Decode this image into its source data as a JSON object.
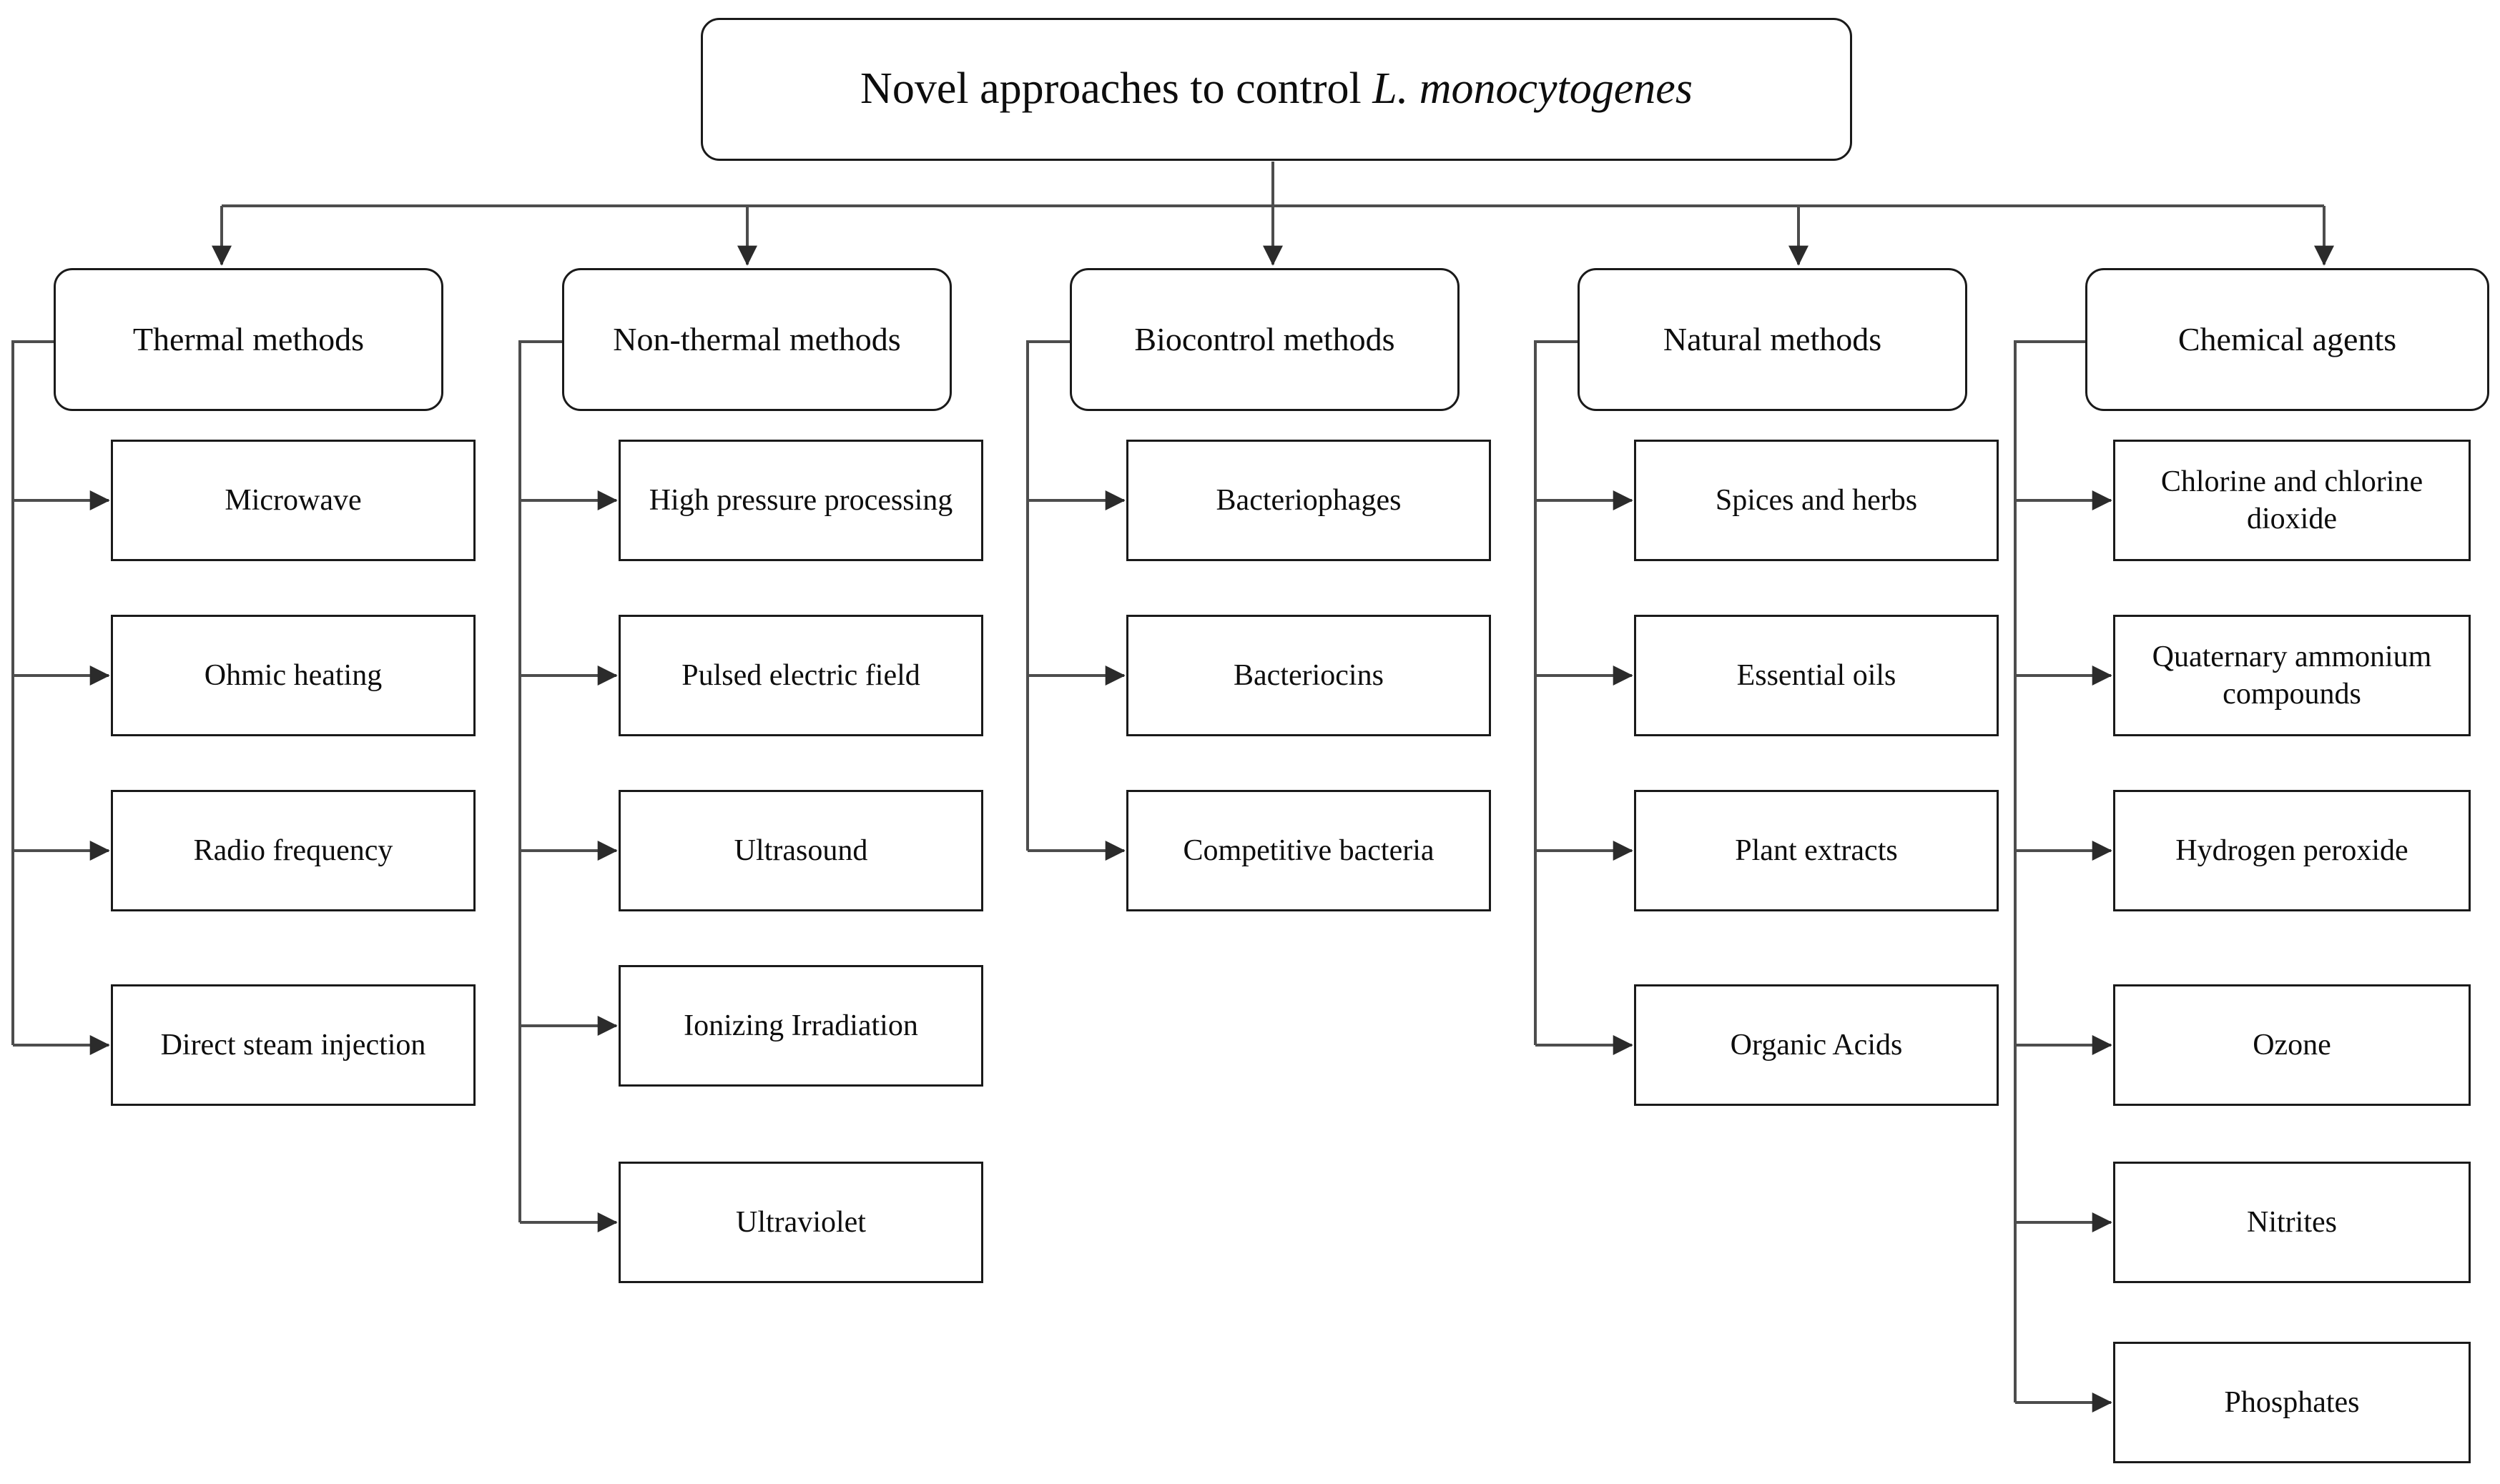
{
  "diagram": {
    "title_prefix": "Novel approaches to control ",
    "title_species": "L. monocytogenes",
    "root_label": "Novel approaches to control L. monocytogenes",
    "colors": {
      "stroke": "#1a1a1a",
      "connector": "#4d4d4d",
      "text": "#0d0d0d",
      "background": "#ffffff"
    },
    "categories": [
      {
        "label": "Thermal methods",
        "items": [
          {
            "label": "Microwave"
          },
          {
            "label": "Ohmic heating"
          },
          {
            "label": "Radio frequency"
          },
          {
            "label": "Direct steam injection"
          }
        ]
      },
      {
        "label": "Non-thermal methods",
        "items": [
          {
            "label": "High pressure processing"
          },
          {
            "label": "Pulsed electric field"
          },
          {
            "label": "Ultrasound"
          },
          {
            "label": "Ionizing Irradiation"
          },
          {
            "label": "Ultraviolet"
          }
        ]
      },
      {
        "label": "Biocontrol methods",
        "items": [
          {
            "label": "Bacteriophages"
          },
          {
            "label": "Bacteriocins"
          },
          {
            "label": "Competitive bacteria"
          }
        ]
      },
      {
        "label": "Natural methods",
        "items": [
          {
            "label": "Spices and herbs"
          },
          {
            "label": "Essential oils"
          },
          {
            "label": "Plant extracts"
          },
          {
            "label": "Organic Acids"
          }
        ]
      },
      {
        "label": "Chemical agents",
        "items": [
          {
            "label": "Chlorine and chlorine dioxide"
          },
          {
            "label": "Quaternary ammonium compounds"
          },
          {
            "label": "Hydrogen peroxide"
          },
          {
            "label": "Ozone"
          },
          {
            "label": "Nitrites"
          },
          {
            "label": "Phosphates"
          }
        ]
      }
    ]
  }
}
